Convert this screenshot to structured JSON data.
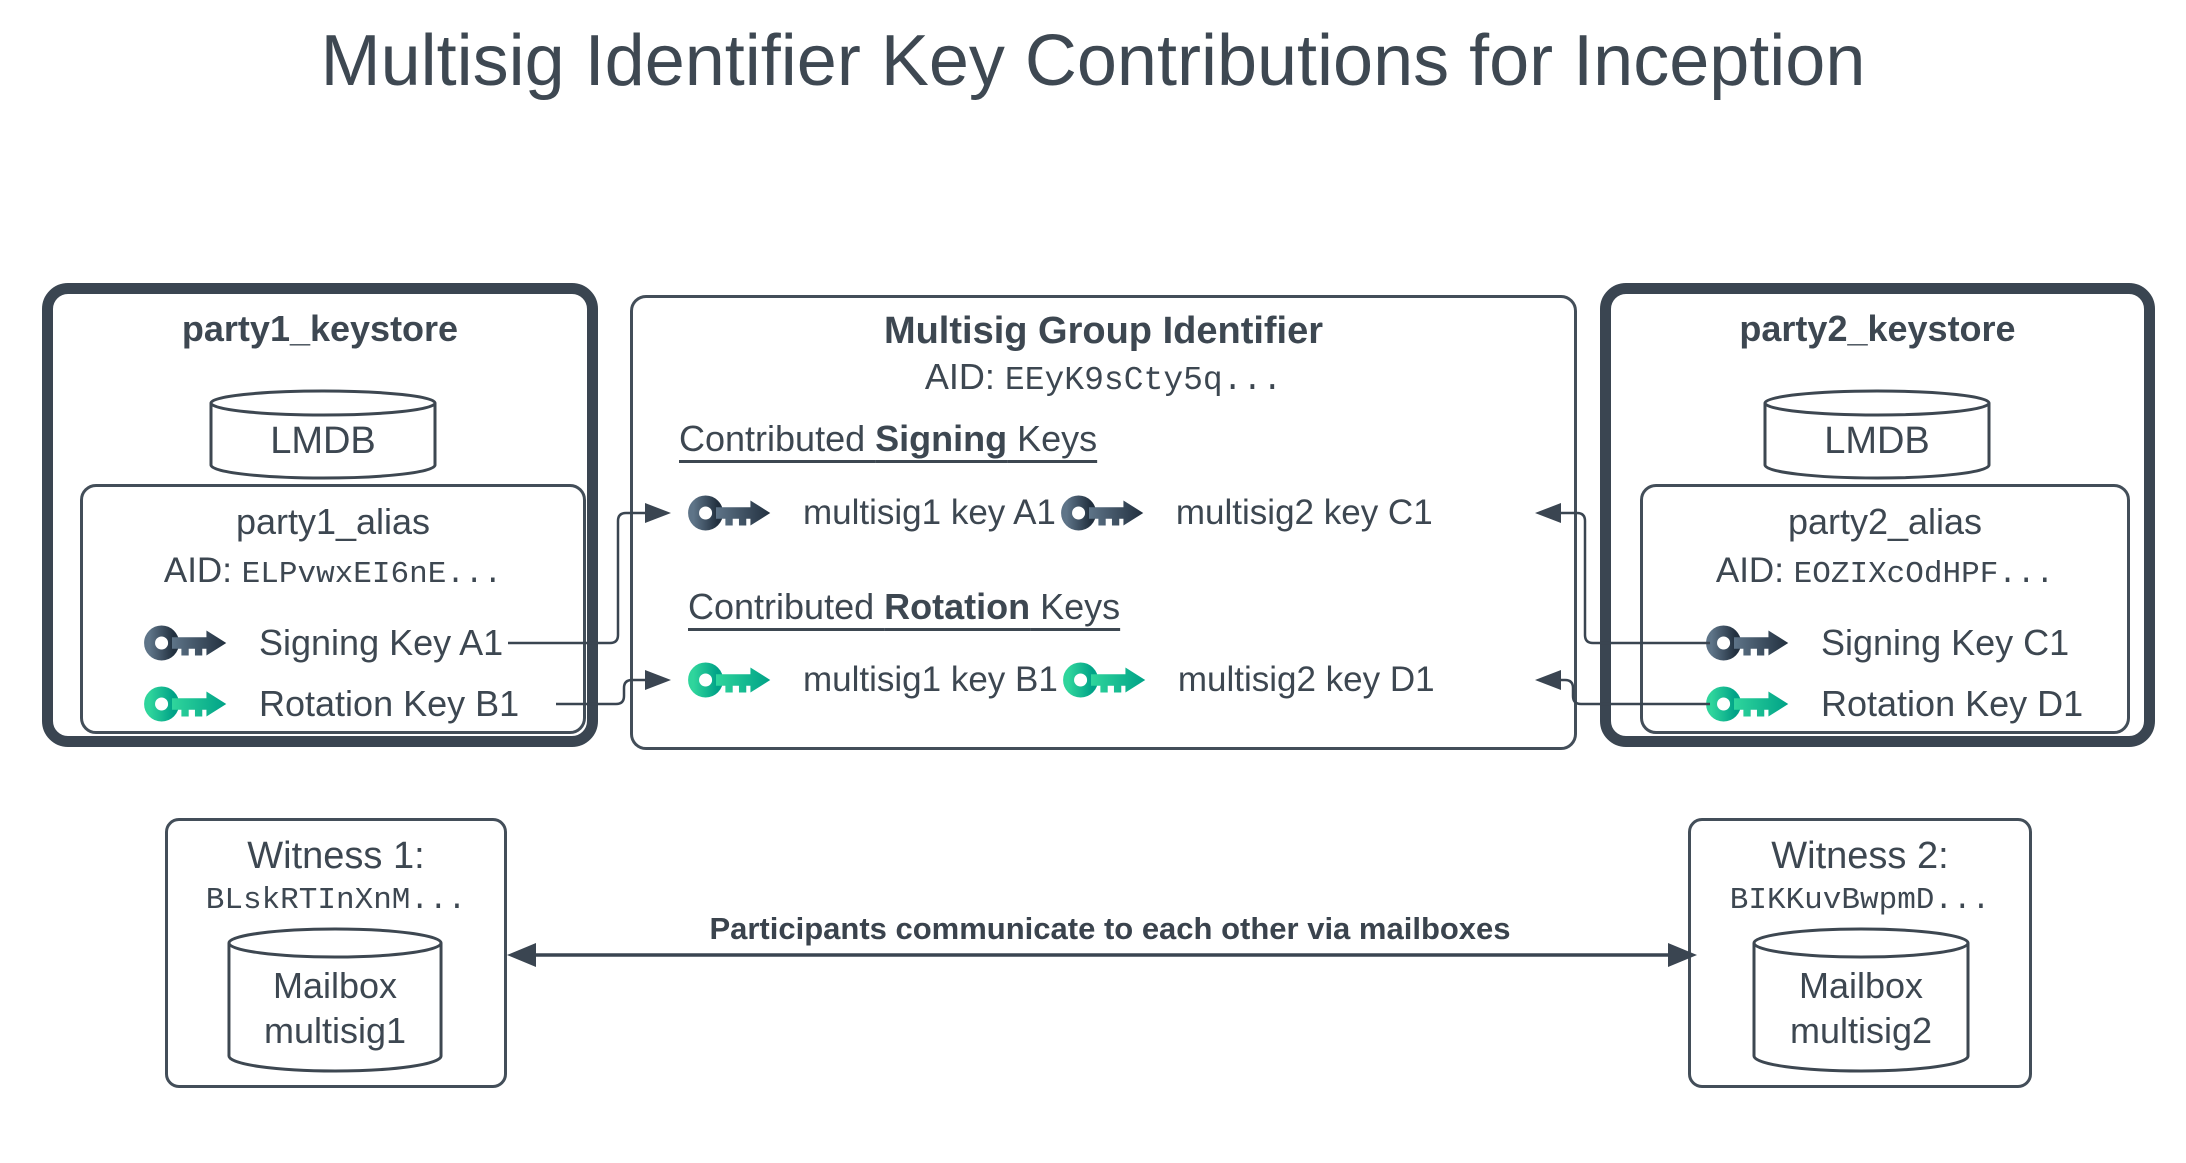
{
  "title": "Multisig Identifier Key Contributions for Inception",
  "party1": {
    "title": "party1_keystore",
    "db_label": "LMDB",
    "alias": "party1_alias",
    "aid_label": "AID:",
    "aid": "ELPvwxEI6nE...",
    "signing_key": "Signing Key A1",
    "rotation_key": "Rotation Key B1"
  },
  "party2": {
    "title": "party2_keystore",
    "db_label": "LMDB",
    "alias": "party2_alias",
    "aid_label": "AID:",
    "aid": "EOZIXcOdHPF...",
    "signing_key": "Signing Key C1",
    "rotation_key": "Rotation Key D1"
  },
  "group": {
    "title": "Multisig Group Identifier",
    "aid_label": "AID:",
    "aid": "EEyK9sCty5q...",
    "signing_heading": {
      "pre": "Contributed ",
      "em": "Signing",
      "post": " Keys"
    },
    "rotation_heading": {
      "pre": "Contributed ",
      "em": "Rotation",
      "post": " Keys"
    },
    "signing_keys": [
      "multisig1 key A1",
      "multisig2 key C1"
    ],
    "rotation_keys": [
      "multisig1 key B1",
      "multisig2 key D1"
    ]
  },
  "witness1": {
    "title": "Witness 1:",
    "aid": "BLskRTInXnM...",
    "mailbox_line1": "Mailbox",
    "mailbox_line2": "multisig1"
  },
  "witness2": {
    "title": "Witness 2:",
    "aid": "BIKKuvBwpmD...",
    "mailbox_line1": "Mailbox",
    "mailbox_line2": "multisig2"
  },
  "arrow_label": "Participants communicate to each other via mailboxes",
  "colors": {
    "ink": "#3d4751",
    "thick_border": "#3a4551",
    "signing_key_gradient_start": "#5e7488",
    "signing_key_gradient_end": "#22303f",
    "rotation_key_gradient_start": "#2fd59c",
    "rotation_key_gradient_end": "#00a287"
  }
}
